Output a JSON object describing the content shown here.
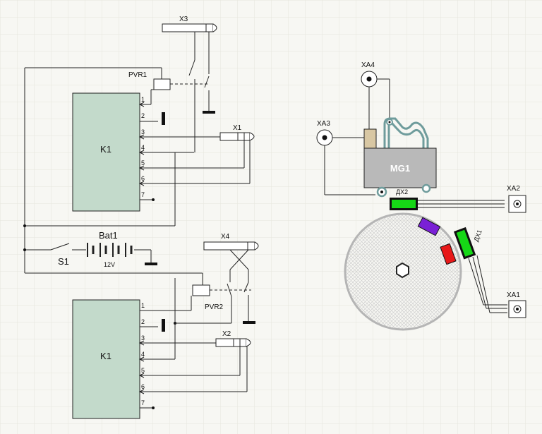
{
  "colors": {
    "grid": "#e6e6dc",
    "background": "#f7f7f3",
    "block_fill": "#c3dacb",
    "motor_fill": "#b9b9b9",
    "disk_fill": "#dcdcdc",
    "teal_outline": "#6f9c9c",
    "tan": "#d8c7a3",
    "green_sensor": "#16d816",
    "purple_magnet": "#7a21d6",
    "red_magnet": "#e81818"
  },
  "block1": {
    "label": "K1",
    "pins": [
      "1",
      "2",
      "3",
      "4",
      "5",
      "6",
      "7"
    ]
  },
  "block2": {
    "label": "K1",
    "pins": [
      "1",
      "2",
      "3",
      "4",
      "5",
      "6",
      "7"
    ]
  },
  "connectors": {
    "x1": "X1",
    "x2": "X2",
    "x3": "X3",
    "x4": "X4",
    "xa1": "XA1",
    "xa2": "XA2",
    "xa3": "XA3",
    "xa4": "XA4"
  },
  "relays": {
    "pvr1": "PVR1",
    "pvr2": "PVR2"
  },
  "battery": {
    "label": "Bat1",
    "voltage": "12V"
  },
  "switch": {
    "label": "S1"
  },
  "motor": {
    "label": "MG1"
  },
  "sensors": {
    "dx1": "ДХ1",
    "dx2": "ДХ2"
  }
}
